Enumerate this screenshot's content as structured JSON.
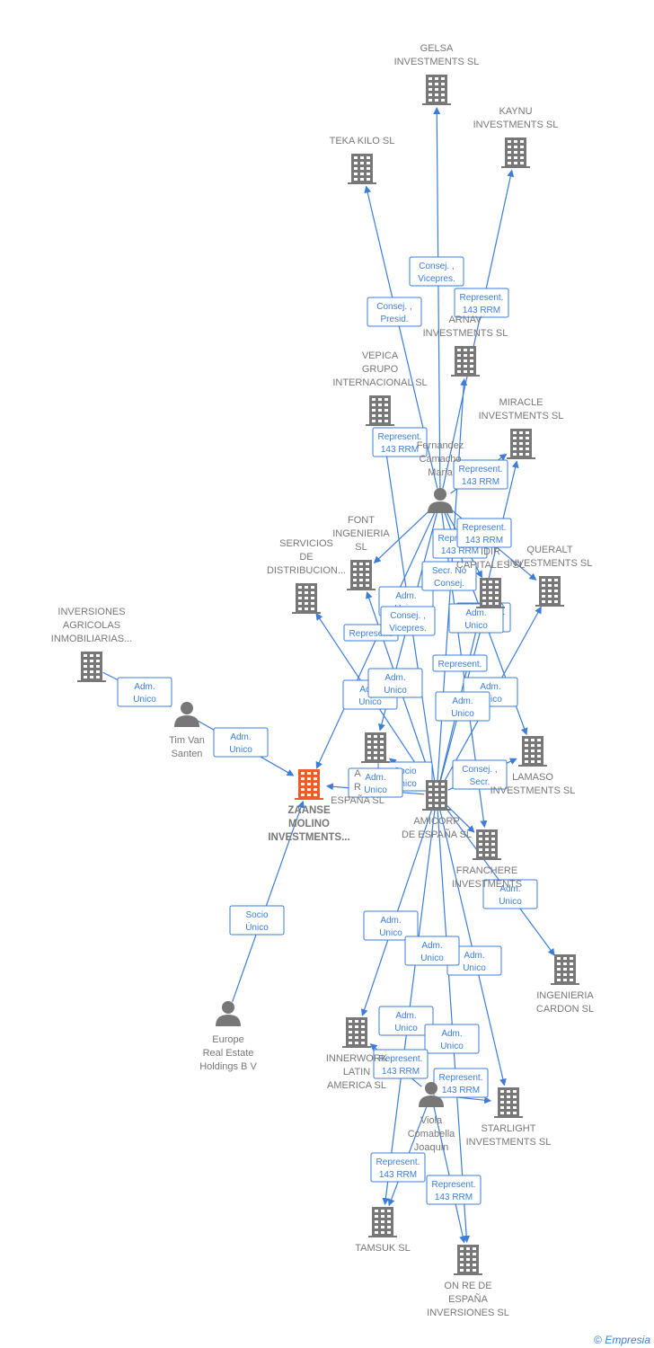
{
  "colors": {
    "edge": "#3b7dd8",
    "company": "#777777",
    "main_company": "#f15a29",
    "person": "#777777"
  },
  "footer": {
    "copyright": "©",
    "brand": "Empresia"
  },
  "nodes": [
    {
      "id": "gelsa",
      "type": "company",
      "lines": [
        "GELSA",
        "INVESTMENTS SL"
      ]
    },
    {
      "id": "kaynu",
      "type": "company",
      "lines": [
        "KAYNU",
        "INVESTMENTS SL"
      ]
    },
    {
      "id": "teka",
      "type": "company",
      "lines": [
        "TEKA KILO  SL"
      ]
    },
    {
      "id": "arnav",
      "type": "company",
      "lines": [
        "ARNAV",
        "INVESTMENTS SL"
      ]
    },
    {
      "id": "vepica",
      "type": "company",
      "lines": [
        "VEPICA",
        "GRUPO",
        "INTERNACIONAL SL"
      ]
    },
    {
      "id": "miracle",
      "type": "company",
      "lines": [
        "MIRACLE",
        "INVESTMENTS SL"
      ]
    },
    {
      "id": "fernandez",
      "type": "person",
      "lines": [
        "Fernandez",
        "Camacho",
        "Maria"
      ]
    },
    {
      "id": "font",
      "type": "company",
      "lines": [
        "FONT",
        "INGENIERIA",
        "SL"
      ]
    },
    {
      "id": "servicios",
      "type": "company",
      "lines": [
        "SERVICIOS",
        "DE",
        "DISTRIBUCION..."
      ]
    },
    {
      "id": "queralt",
      "type": "company",
      "lines": [
        "QUERALT",
        "INVESTMENTS SL"
      ]
    },
    {
      "id": "idir",
      "type": "company",
      "lines": [
        "IDIR",
        "CAPITALES SL"
      ]
    },
    {
      "id": "inversiones",
      "type": "company",
      "lines": [
        "INVERSIONES",
        "AGRICOLAS",
        "INMOBILIARIAS..."
      ]
    },
    {
      "id": "timvan",
      "type": "person",
      "lines": [
        "Tim Van",
        "Santen"
      ]
    },
    {
      "id": "zaanse",
      "type": "main",
      "lines": [
        "ZAANSE",
        "MOLINO",
        "INVESTMENTS..."
      ]
    },
    {
      "id": "anonym",
      "type": "company",
      "lines": [
        "A",
        "R",
        "ESPAÑA  SL"
      ]
    },
    {
      "id": "lamaso",
      "type": "company",
      "lines": [
        "LAMASO",
        "INVESTMENTS SL"
      ]
    },
    {
      "id": "amicorp",
      "type": "company",
      "lines": [
        "AMICORP",
        "DE ESPAÑA SL"
      ]
    },
    {
      "id": "franchere",
      "type": "company",
      "lines": [
        "FRANCHERE",
        "INVESTMENTS"
      ]
    },
    {
      "id": "ingenieria",
      "type": "company",
      "lines": [
        "INGENIERIA",
        "CARDON  SL"
      ]
    },
    {
      "id": "europe",
      "type": "person",
      "lines": [
        "Europe",
        "Real Estate",
        "Holdings B V"
      ]
    },
    {
      "id": "innerwork",
      "type": "company",
      "lines": [
        "INNERWORK",
        "LATIN",
        "AMERICA  SL"
      ]
    },
    {
      "id": "viola",
      "type": "person",
      "lines": [
        "Viola",
        "Comabella",
        "Joaquin"
      ]
    },
    {
      "id": "starlight",
      "type": "company",
      "lines": [
        "STARLIGHT",
        "INVESTMENTS SL"
      ]
    },
    {
      "id": "tamsuk",
      "type": "company",
      "lines": [
        "TAMSUK SL"
      ]
    },
    {
      "id": "onre",
      "type": "company",
      "lines": [
        "ON RE DE",
        "ESPAÑA",
        "INVERSIONES SL"
      ]
    }
  ],
  "edges": [
    {
      "from": "fernandez",
      "to": "gelsa",
      "label": [
        "Consej. ,",
        "Vicepres."
      ]
    },
    {
      "from": "fernandez",
      "to": "kaynu",
      "label": [
        "Represent.",
        "143 RRM"
      ]
    },
    {
      "from": "fernandez",
      "to": "teka",
      "label": [
        "Consej. ,",
        "Presid."
      ]
    },
    {
      "from": "amicorp",
      "to": "arnav",
      "label": [
        "Represent.",
        "143 RRM"
      ]
    },
    {
      "from": "amicorp",
      "to": "miracle",
      "label": [
        "Represent.",
        "143 RRM"
      ]
    },
    {
      "from": "amicorp",
      "to": "vepica",
      "label": [
        "Represent.",
        "143 RRM"
      ]
    },
    {
      "from": "amicorp",
      "to": "servicios",
      "label": [
        "Represent."
      ]
    },
    {
      "from": "amicorp",
      "to": "font",
      "label": [
        "Adm.",
        "Unico"
      ]
    },
    {
      "from": "amicorp",
      "to": "queralt",
      "label": [
        "Adm.",
        "Unico"
      ]
    },
    {
      "from": "amicorp",
      "to": "idir",
      "label": [
        "Represent."
      ]
    },
    {
      "from": "amicorp",
      "to": "lamaso",
      "label": [
        "Adm.",
        "Unico"
      ]
    },
    {
      "from": "amicorp",
      "to": "zaanse",
      "label": [
        "Adm.",
        "Unico"
      ]
    },
    {
      "from": "amicorp",
      "to": "anonym",
      "label": [
        "Socio",
        "Único"
      ]
    },
    {
      "from": "amicorp",
      "to": "franchere",
      "label": [
        "Consej. ,",
        "Secr."
      ]
    },
    {
      "from": "amicorp",
      "to": "ingenieria",
      "label": [
        "Adm.",
        "Unico"
      ]
    },
    {
      "from": "amicorp",
      "to": "innerwork",
      "label": [
        "Adm.",
        "Unico"
      ]
    },
    {
      "from": "amicorp",
      "to": "starlight",
      "label": [
        "Adm.",
        "Unico"
      ]
    },
    {
      "from": "amicorp",
      "to": "tamsuk",
      "label": [
        "Adm.",
        "Unico"
      ]
    },
    {
      "from": "amicorp",
      "to": "onre",
      "label": [
        "Adm.",
        "Unico"
      ]
    },
    {
      "from": "fernandez",
      "to": "idir",
      "label": [
        "Secr.  No",
        "Consej."
      ]
    },
    {
      "from": "fernandez",
      "to": "font",
      "label": [
        "Consej. ,",
        "Vicepres."
      ]
    },
    {
      "from": "fernandez",
      "to": "lamaso",
      "label": [
        "Represent.",
        "143 RRM"
      ]
    },
    {
      "from": "fernandez",
      "to": "queralt",
      "label": [
        "Represent.",
        "143 RRM"
      ]
    },
    {
      "from": "fernandez",
      "to": "zaanse",
      "label": [
        "Adm.",
        "Unico"
      ]
    },
    {
      "from": "fernandez",
      "to": "anonym",
      "label": [
        "Adm.",
        "Unico"
      ]
    },
    {
      "from": "fernandez",
      "to": "franchere",
      "label": [
        "Adm.",
        "Unico"
      ]
    },
    {
      "from": "fernandez",
      "to": "miracle",
      "label": [
        "Adm.",
        "Unico"
      ]
    },
    {
      "from": "inversiones",
      "to": "timvan",
      "label": [
        "Adm.",
        "Unico"
      ]
    },
    {
      "from": "timvan",
      "to": "zaanse",
      "label": [
        "Adm.",
        "Unico"
      ]
    },
    {
      "from": "europe",
      "to": "zaanse",
      "label": [
        "Socio",
        "Único"
      ]
    },
    {
      "from": "viola",
      "to": "tamsuk",
      "label": [
        "Represent.",
        "143 RRM"
      ]
    },
    {
      "from": "viola",
      "to": "onre",
      "label": [
        "Represent.",
        "143 RRM"
      ]
    },
    {
      "from": "viola",
      "to": "innerwork",
      "label": [
        "Represent.",
        "143 RRM"
      ]
    },
    {
      "from": "viola",
      "to": "starlight",
      "label": [
        "Represent.",
        "143 RRM"
      ]
    }
  ]
}
